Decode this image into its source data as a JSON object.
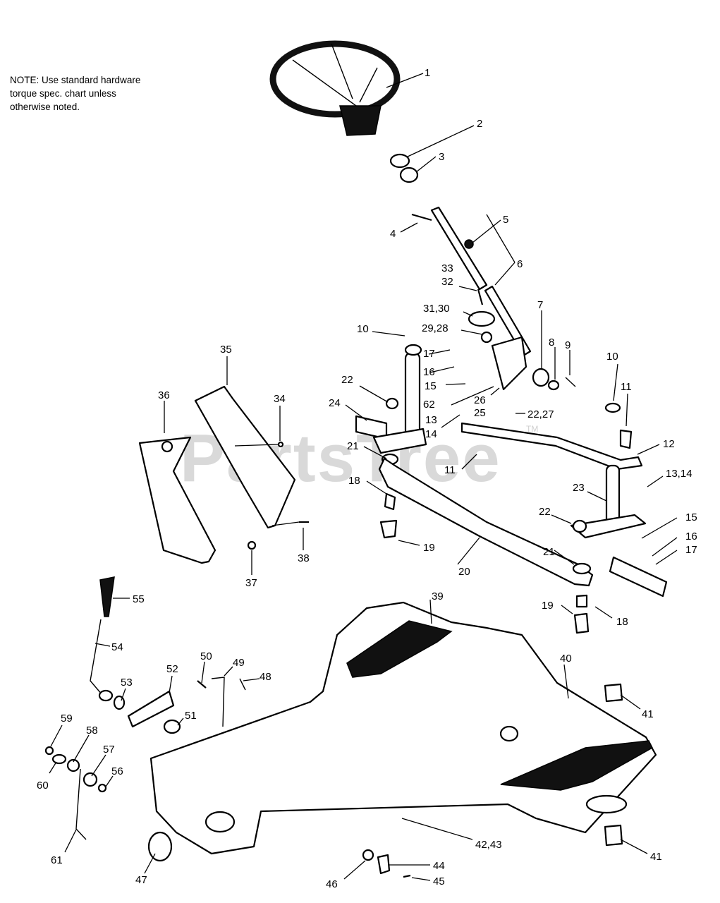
{
  "note": {
    "lines": [
      "NOTE:  Use standard hardware",
      "torque spec. chart unless",
      "otherwise noted."
    ]
  },
  "watermark": {
    "text": "PartsTree",
    "trademark": "TM"
  },
  "callouts": [
    {
      "id": "c1",
      "text": "1"
    },
    {
      "id": "c2",
      "text": "2"
    },
    {
      "id": "c3",
      "text": "3"
    },
    {
      "id": "c4",
      "text": "4"
    },
    {
      "id": "c5",
      "text": "5"
    },
    {
      "id": "c6",
      "text": "6"
    },
    {
      "id": "c7",
      "text": "7"
    },
    {
      "id": "c8",
      "text": "8"
    },
    {
      "id": "c9",
      "text": "9"
    },
    {
      "id": "c33",
      "text": "33"
    },
    {
      "id": "c32",
      "text": "32"
    },
    {
      "id": "c3130",
      "text": "31,30"
    },
    {
      "id": "c10a",
      "text": "10"
    },
    {
      "id": "c2928",
      "text": "29,28"
    },
    {
      "id": "c17a",
      "text": "17"
    },
    {
      "id": "c16a",
      "text": "16"
    },
    {
      "id": "c15a",
      "text": "15"
    },
    {
      "id": "c62",
      "text": "62"
    },
    {
      "id": "c26",
      "text": "26"
    },
    {
      "id": "c25",
      "text": "25"
    },
    {
      "id": "c2227",
      "text": "22,27"
    },
    {
      "id": "c22a",
      "text": "22"
    },
    {
      "id": "c24",
      "text": "24"
    },
    {
      "id": "c13a",
      "text": "13"
    },
    {
      "id": "c14a",
      "text": "14"
    },
    {
      "id": "c21a",
      "text": "21"
    },
    {
      "id": "c11a",
      "text": "11"
    },
    {
      "id": "c18a",
      "text": "18"
    },
    {
      "id": "c19a",
      "text": "19"
    },
    {
      "id": "c20",
      "text": "20"
    },
    {
      "id": "c10b",
      "text": "10"
    },
    {
      "id": "c11b",
      "text": "11"
    },
    {
      "id": "c12",
      "text": "12"
    },
    {
      "id": "c1314",
      "text": "13,14"
    },
    {
      "id": "c23",
      "text": "23"
    },
    {
      "id": "c22b",
      "text": "22"
    },
    {
      "id": "c15b",
      "text": "15"
    },
    {
      "id": "c16b",
      "text": "16"
    },
    {
      "id": "c17b",
      "text": "17"
    },
    {
      "id": "c21b",
      "text": "21"
    },
    {
      "id": "c19b",
      "text": "19"
    },
    {
      "id": "c18b",
      "text": "18"
    },
    {
      "id": "c35",
      "text": "35"
    },
    {
      "id": "c36",
      "text": "36"
    },
    {
      "id": "c34",
      "text": "34"
    },
    {
      "id": "c37",
      "text": "37"
    },
    {
      "id": "c38",
      "text": "38"
    },
    {
      "id": "c55",
      "text": "55"
    },
    {
      "id": "c54",
      "text": "54"
    },
    {
      "id": "c53",
      "text": "53"
    },
    {
      "id": "c52",
      "text": "52"
    },
    {
      "id": "c50",
      "text": "50"
    },
    {
      "id": "c49",
      "text": "49"
    },
    {
      "id": "c48",
      "text": "48"
    },
    {
      "id": "c51",
      "text": "51"
    },
    {
      "id": "c59",
      "text": "59"
    },
    {
      "id": "c58",
      "text": "58"
    },
    {
      "id": "c57",
      "text": "57"
    },
    {
      "id": "c56",
      "text": "56"
    },
    {
      "id": "c60",
      "text": "60"
    },
    {
      "id": "c61",
      "text": "61"
    },
    {
      "id": "c39",
      "text": "39"
    },
    {
      "id": "c40",
      "text": "40"
    },
    {
      "id": "c41a",
      "text": "41"
    },
    {
      "id": "c41b",
      "text": "41"
    },
    {
      "id": "c4243",
      "text": "42,43"
    },
    {
      "id": "c47",
      "text": "47"
    },
    {
      "id": "c46",
      "text": "46"
    },
    {
      "id": "c44",
      "text": "44"
    },
    {
      "id": "c45",
      "text": "45"
    }
  ]
}
